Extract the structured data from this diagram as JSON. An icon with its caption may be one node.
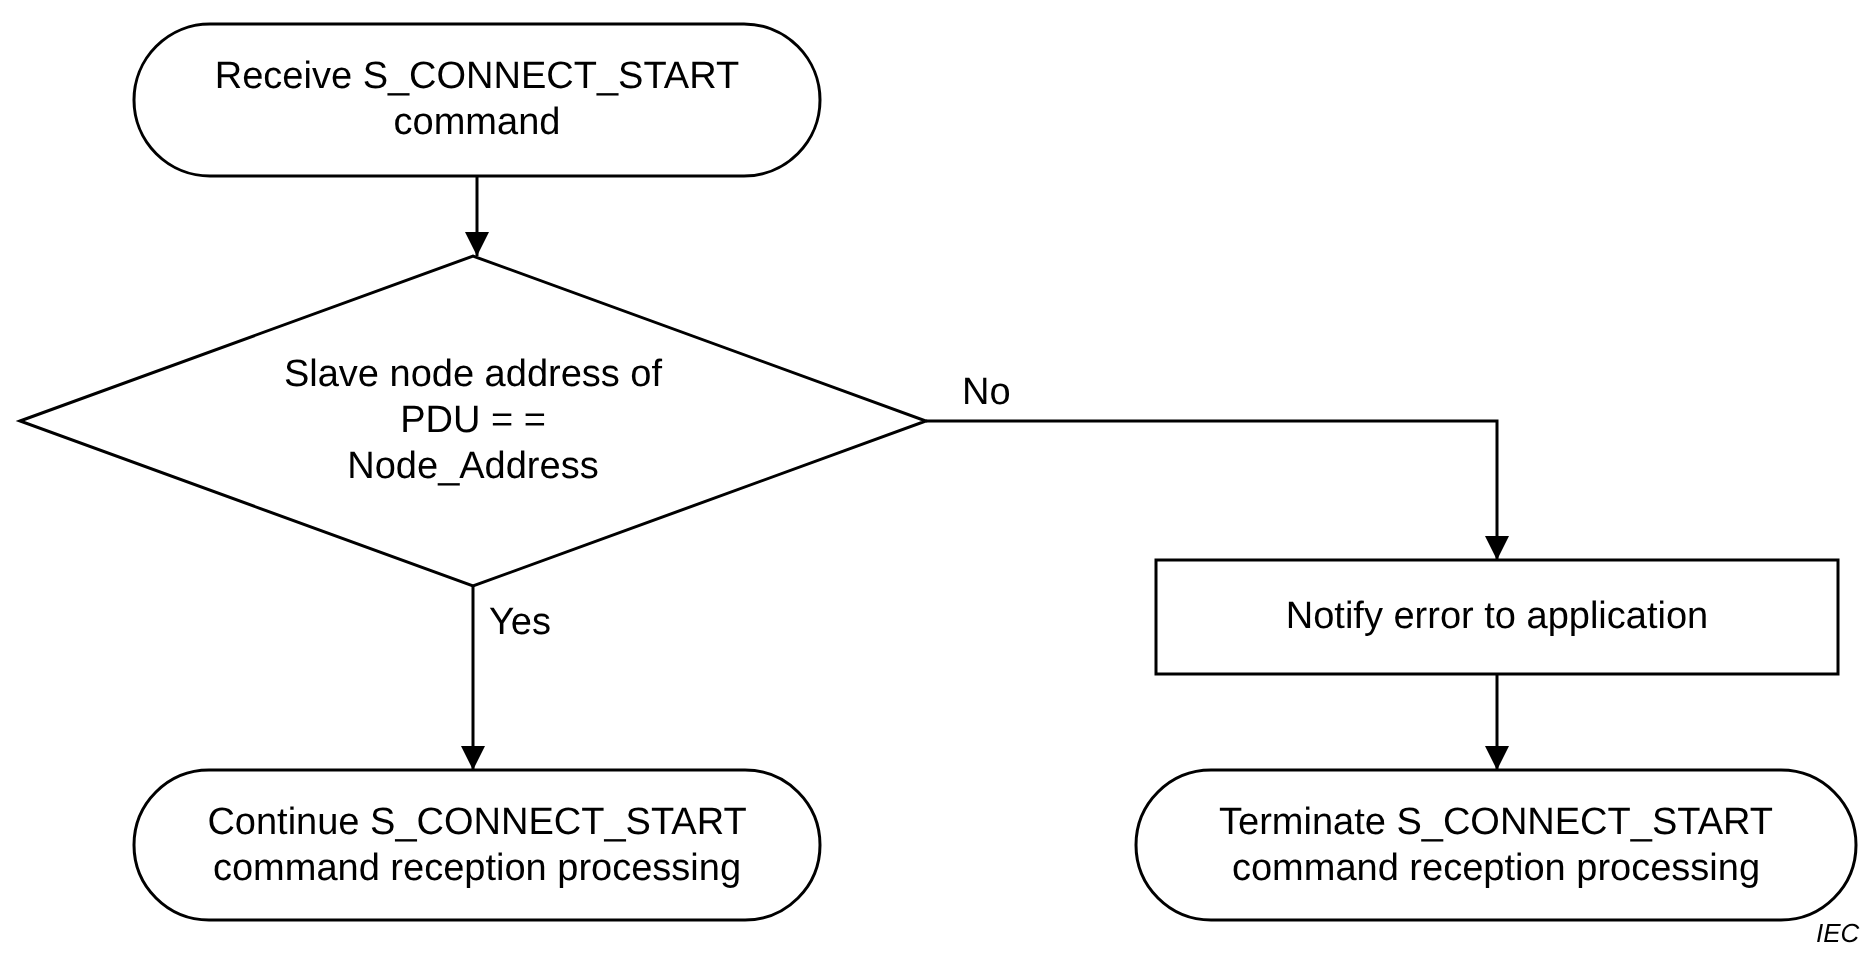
{
  "diagram": {
    "nodes": [
      {
        "text": [
          "Receive S_CONNECT_START command"
        ]
      },
      {
        "text": [
          "Slave node address of PDU = = Node_Address"
        ]
      },
      {
        "text": [
          "Notify error to application"
        ]
      },
      {
        "text": [
          "Continue S_CONNECT_START command reception processing"
        ]
      },
      {
        "text": [
          "Terminate S_CONNECT_START command reception processing"
        ]
      }
    ],
    "edges": [
      {
        "from": 0,
        "to": 1,
        "arrow": "to"
      },
      {
        "from": 1,
        "to": 2,
        "arrow": "to",
        "label": "No"
      },
      {
        "from": 1,
        "to": 3,
        "arrow": "to",
        "label": "Yes"
      },
      {
        "from": 2,
        "to": 4,
        "arrow": "to"
      }
    ],
    "labels": [
      "IEC"
    ]
  }
}
